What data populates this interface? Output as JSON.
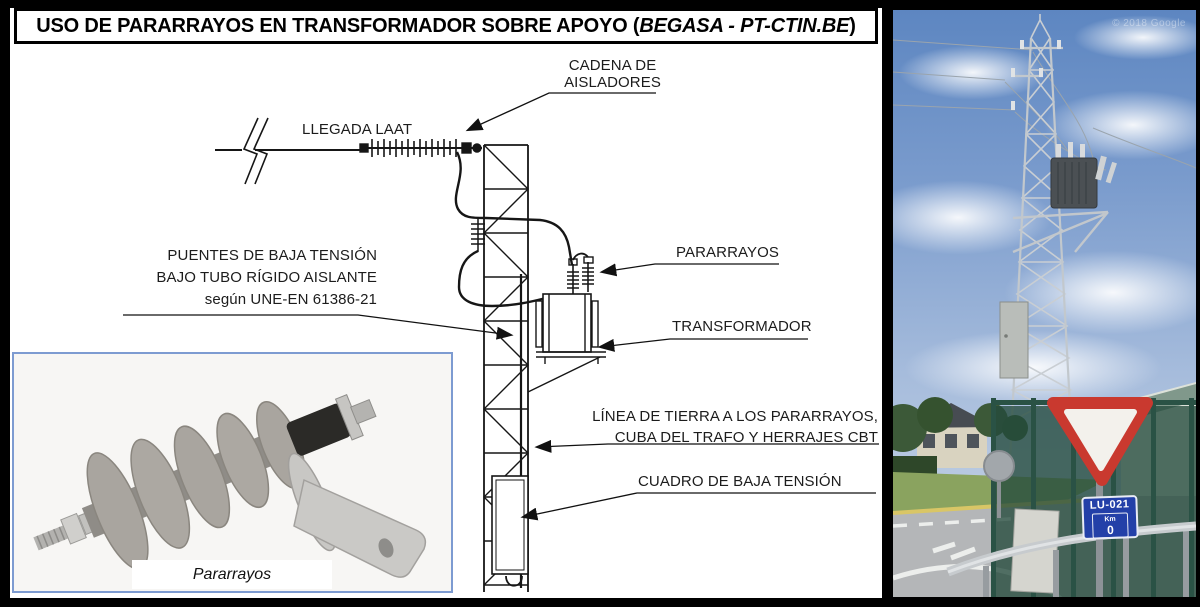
{
  "title": {
    "prefix": "USO DE PARARRAYOS EN TRANSFORMADOR SOBRE APOYO (",
    "emphasis": "BEGASA - PT-CTIN.BE",
    "suffix": ")"
  },
  "diagram": {
    "labels": {
      "cadena1": "CADENA DE",
      "cadena2": "AISLADORES",
      "llegada": "LLEGADA LAAT",
      "puentes1": "PUENTES DE BAJA TENSIÓN",
      "puentes2": "BAJO TUBO RÍGIDO AISLANTE",
      "puentes3": "según UNE-EN 61386-21",
      "pararrayos": "PARARRAYOS",
      "transformador": "TRANSFORMADOR",
      "tierra1": "LÍNEA DE TIERRA A LOS PARARRAYOS,",
      "tierra2": "CUBA DEL TRAFO Y HERRAJES CBT",
      "cuadro": "CUADRO DE BAJA TENSIÓN"
    },
    "inset": {
      "caption": "Pararrayos"
    }
  },
  "photo": {
    "watermark": "© 2018 Google",
    "kilometer_sign": {
      "road": "LU-021",
      "unit": "Km",
      "value": "0"
    }
  },
  "colors": {
    "frame": "#000000",
    "inset_border": "#7d9bd1",
    "yield_red": "#c9392f",
    "sign_blue": "#2340a8",
    "sky_top": "#5d86c1",
    "grass": "#8aa35f",
    "line_black": "#1a1a1a"
  }
}
